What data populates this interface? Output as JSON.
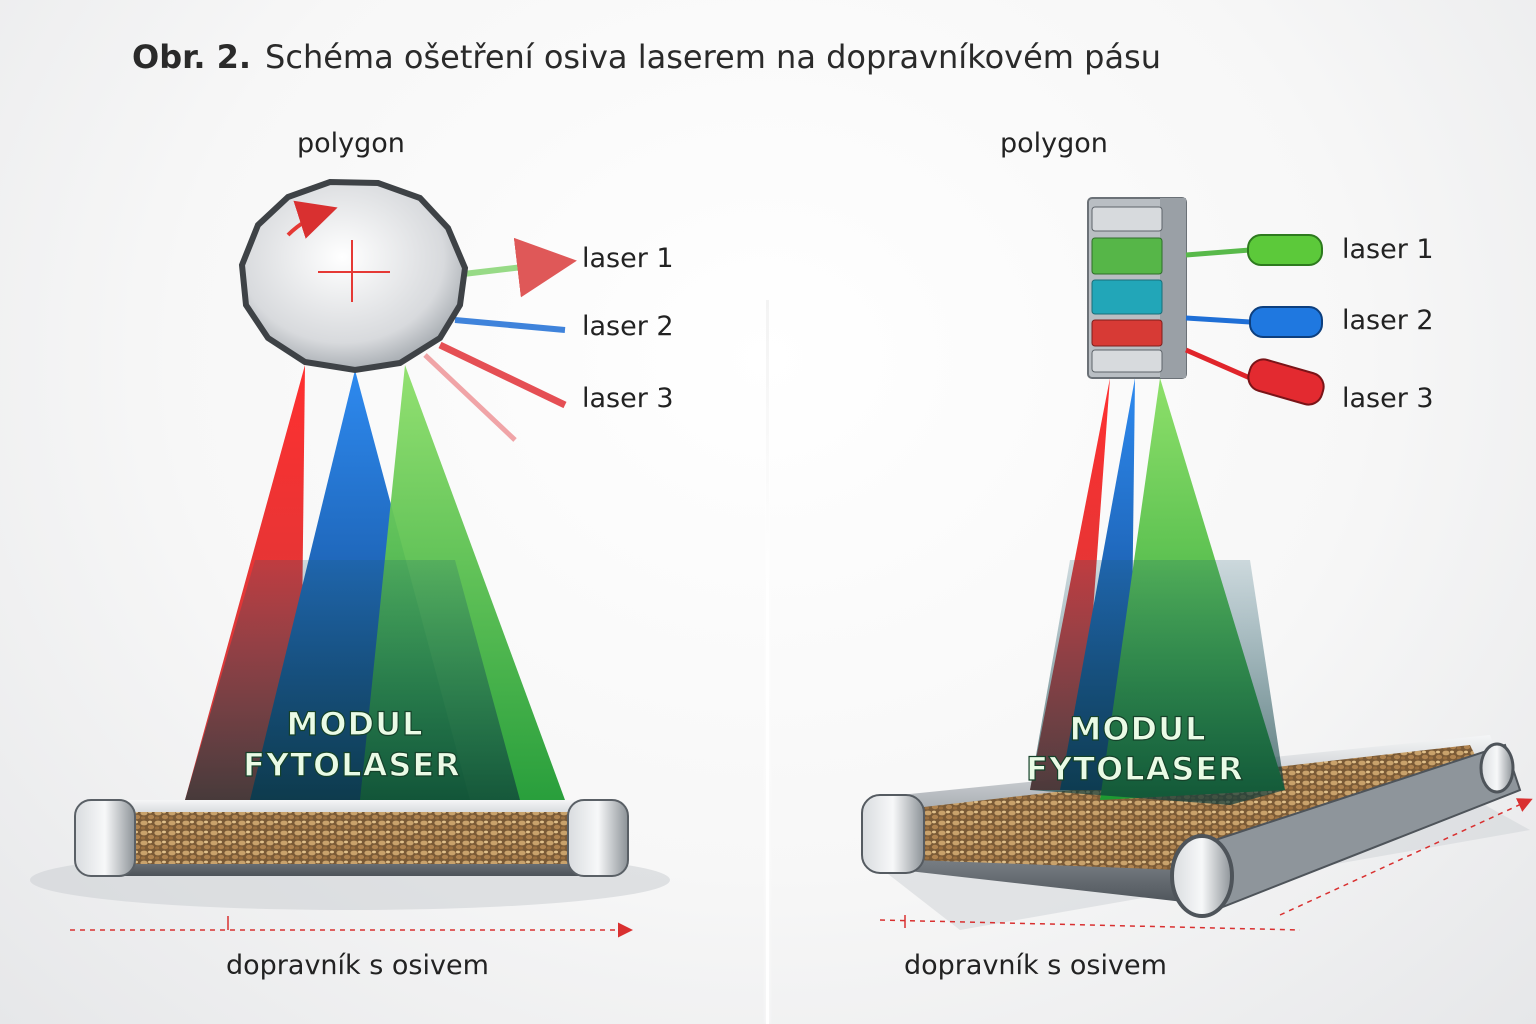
{
  "figure": {
    "number": "Obr. 2.",
    "title": "Schéma ošetření osiva laserem na dopravníkovém pásu"
  },
  "panels": [
    {
      "polygon_label": "polygon",
      "lasers": [
        "laser 1",
        "laser 2",
        "laser 3"
      ],
      "module_lines": [
        "MODUL",
        "FYTOLASER"
      ],
      "conveyor_label": "dopravník s osivem"
    },
    {
      "polygon_label": "polygon",
      "lasers": [
        "laser 1",
        "laser 2",
        "laser 3"
      ],
      "module_lines": [
        "MODUL",
        "FYTOLASER"
      ],
      "conveyor_label": "dopravník s osivem"
    }
  ],
  "colors": {
    "laser_1": "#3fb83a",
    "laser_2": "#1f6fd6",
    "laser_3": "#e0252b",
    "arrow": "#d93030"
  }
}
